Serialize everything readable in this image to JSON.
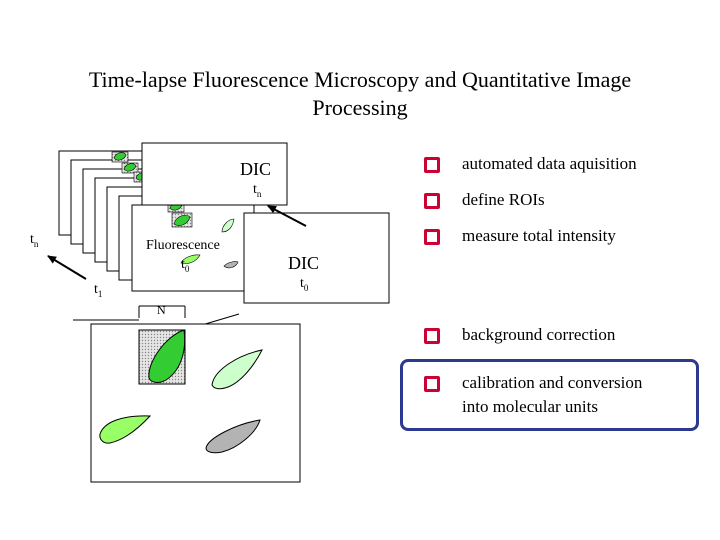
{
  "title": {
    "line1": "Time-lapse Fluorescence Microscopy and Quantitative Image",
    "line2": "Processing"
  },
  "diagram": {
    "dic_tn": {
      "label": "DIC",
      "sub_main": "t",
      "sub_index": "n"
    },
    "fluorescence": {
      "label": "Fluorescence",
      "sub_main": "t",
      "sub_index": "0"
    },
    "dic_t0": {
      "label": "DIC",
      "sub_main": "t",
      "sub_index": "0"
    },
    "time_axis": {
      "start": {
        "main": "t",
        "index": "1"
      },
      "end": {
        "main": "t",
        "index": "n"
      }
    },
    "region_label": "N",
    "colors": {
      "cell_bright": "#33cc33",
      "cell_light": "#ccffcc",
      "cell_medium": "#99ff66",
      "cell_gray": "#b3b3b3",
      "roi_fill": "#cfcfcf"
    }
  },
  "steps": [
    {
      "text": "automated data aquisition"
    },
    {
      "text": "define ROIs"
    },
    {
      "text": "measure total intensity"
    },
    {
      "text": "background correction"
    },
    {
      "text": "calibration and conversion",
      "text2": "into molecular units",
      "highlighted": true
    }
  ],
  "colors": {
    "bullet": "#cc0033",
    "highlight_border": "#2b3a8f"
  }
}
